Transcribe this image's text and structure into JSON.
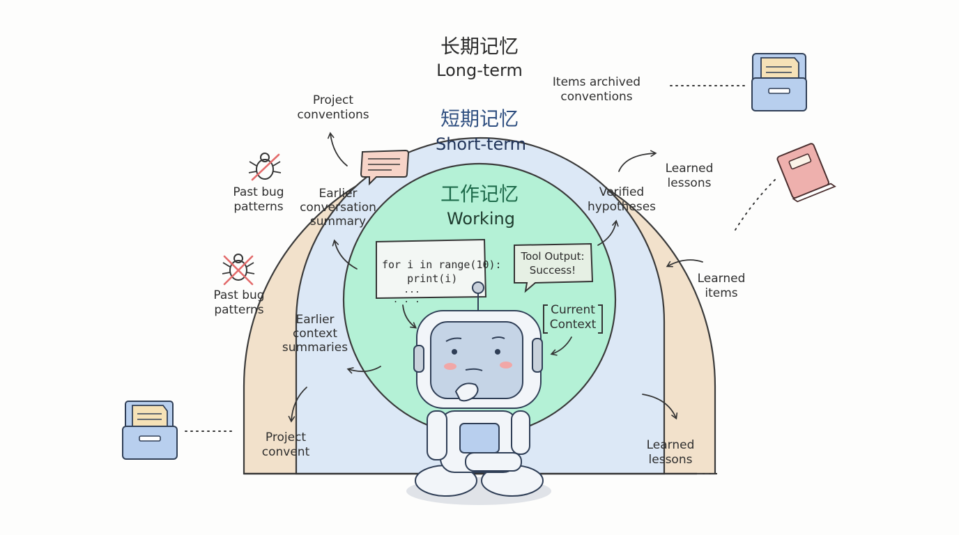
{
  "rings": {
    "long_term": {
      "title_cn": "长期记忆",
      "title_en": "Long-term",
      "color": "#f2e1cb"
    },
    "short_term": {
      "title_cn": "短期记忆",
      "title_en": "Short-term",
      "color": "#dce8f6"
    },
    "working": {
      "title_cn": "工作记忆",
      "title_en": "Working",
      "color": "#b4f1d6"
    }
  },
  "labels": {
    "items_archived": [
      "Items archived",
      "conventions"
    ],
    "project_conventions": [
      "Project",
      "conventions"
    ],
    "past_bug_1": [
      "Past bug",
      "patterns"
    ],
    "past_bug_2": [
      "Past bug",
      "patterns"
    ],
    "project_convent": [
      "Project",
      "convent"
    ],
    "learned_lessons_1": [
      "Learned",
      "lessons"
    ],
    "learned_items": [
      "Learned",
      "items"
    ],
    "learned_lessons_2": [
      "Learned",
      "lessons"
    ],
    "earlier_conversation": [
      "Earlier",
      "conversation",
      "summary"
    ],
    "earlier_context": [
      "Earlier",
      "context",
      "summaries"
    ],
    "verified_hypotheses": [
      "Verified",
      "hypotheses"
    ],
    "current_context": [
      "Current",
      "Context"
    ]
  },
  "code_snippet": [
    "for i in range(10):",
    "    print(i)",
    "    ...",
    "  . . ."
  ],
  "tool_output": [
    "Tool Output:",
    "Success!"
  ],
  "icons": [
    "file-drawer-icon",
    "book-icon",
    "speech-bubble-icon",
    "bug-icon",
    "robot-icon"
  ]
}
